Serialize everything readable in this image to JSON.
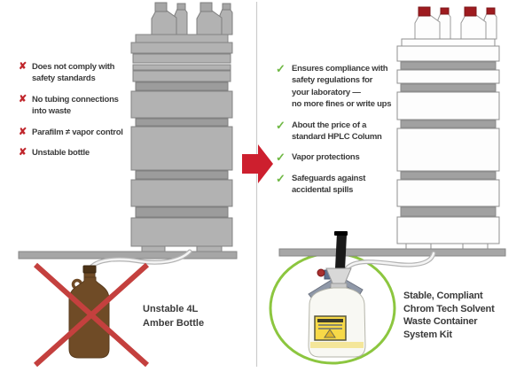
{
  "colors": {
    "fail_red": "#c1272d",
    "cross_red": "#c4403e",
    "arrow_red": "#cd1f2e",
    "check_green": "#6fb844",
    "circle_green": "#8cc63f",
    "cap_red": "#9e1b1f",
    "amber_brown": "#6f4b26",
    "warning_yellow": "#f7d948"
  },
  "left_panel": {
    "icon": "✘",
    "items": [
      {
        "text": "Does not comply with\nsafety standards"
      },
      {
        "text": "No tubing connections\ninto waste"
      },
      {
        "text": "Parafilm ≠ vapor control"
      },
      {
        "text": "Unstable bottle"
      }
    ],
    "caption": "Unstable 4L\nAmber Bottle"
  },
  "right_panel": {
    "icon": "✓",
    "items": [
      {
        "text": "Ensures compliance with\nsafety regulations for\nyour laboratory —\nno more fines or write ups"
      },
      {
        "text": "About the price of a\nstandard HPLC Column"
      },
      {
        "text": "Vapor protections"
      },
      {
        "text": "Safeguards against\naccidental spills"
      }
    ],
    "caption": "Stable, Compliant\nChrom Tech Solvent\nWaste Container\nSystem Kit"
  }
}
